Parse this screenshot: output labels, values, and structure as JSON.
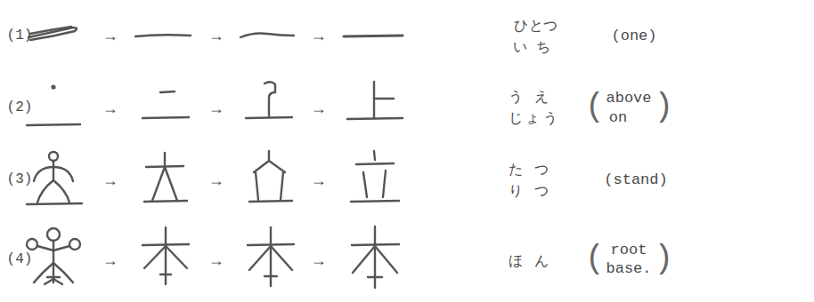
{
  "diagram": {
    "labels": [
      "(1)",
      "→",
      "→",
      "→",
      "ひとつ",
      "いち",
      "(one)",
      "(2)",
      "→",
      "→",
      "→",
      "うえ",
      "じょう",
      "(",
      "above",
      "on",
      ")",
      "(3)",
      "→",
      "→",
      "→",
      "たつ",
      "りつ",
      "(stand)",
      "(4)",
      "→",
      "→",
      "→",
      "ほん",
      "(",
      "root",
      "base.",
      ")"
    ]
  }
}
